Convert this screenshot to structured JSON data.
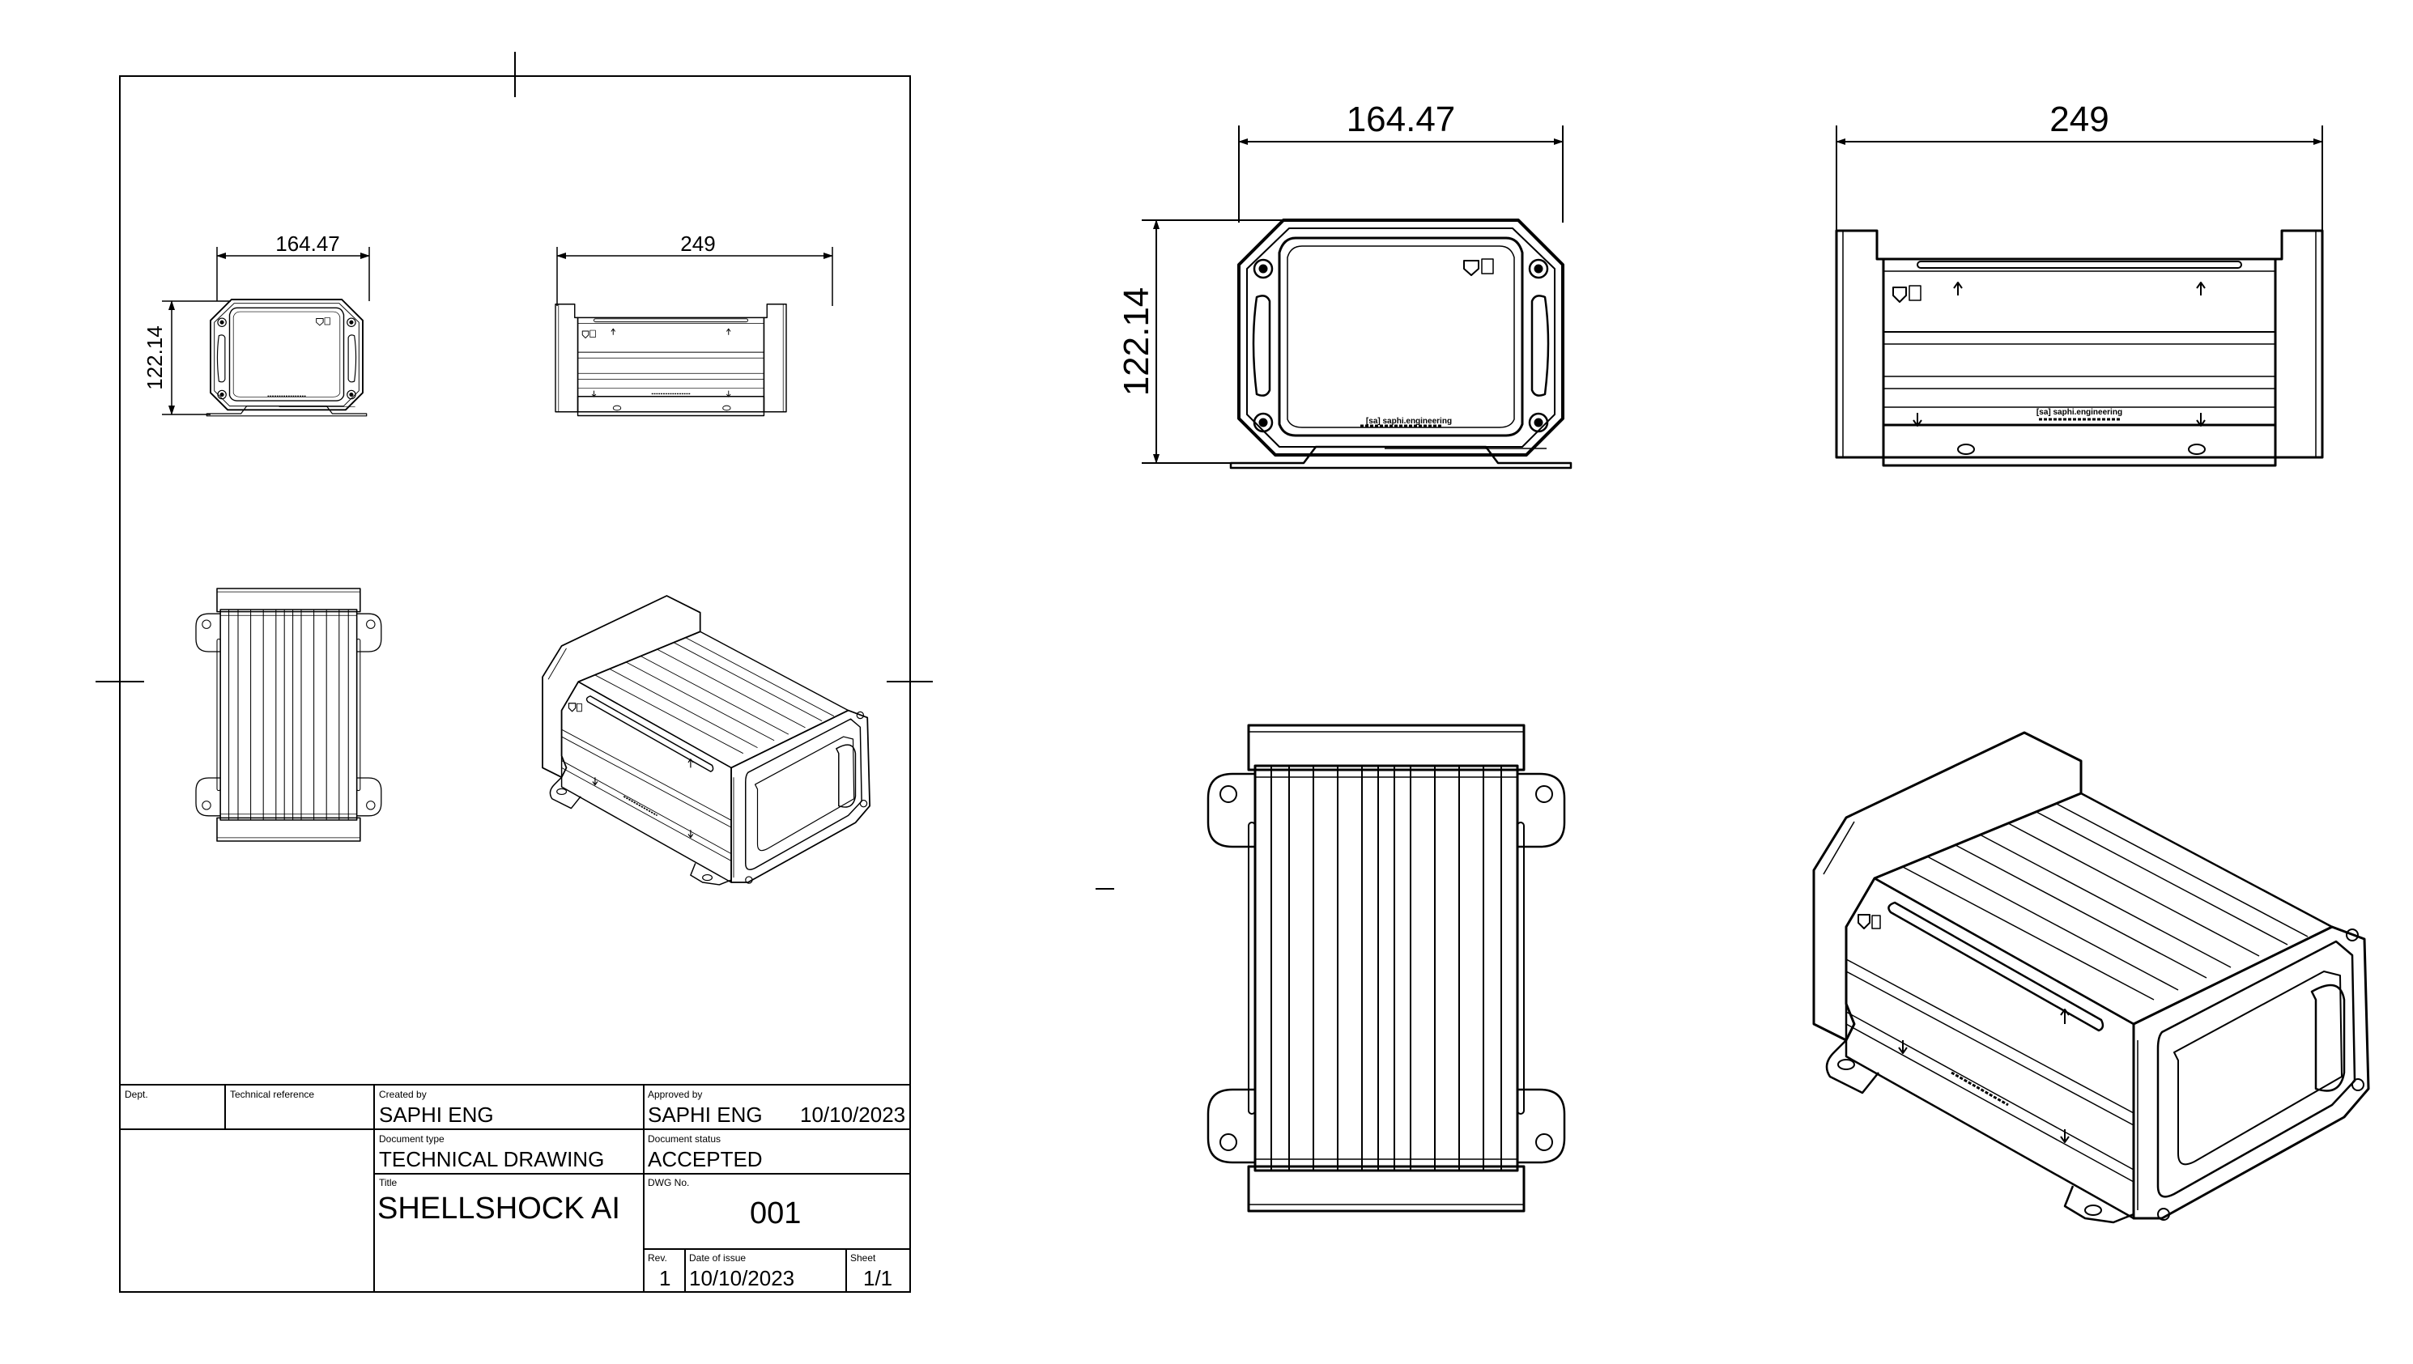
{
  "dimensions": {
    "width_label": "164.47",
    "length_label": "249",
    "height_label": "122.14"
  },
  "enclosure_markings": {
    "brand": "[sa] saphi.engineering"
  },
  "title_block": {
    "dept_label": "Dept.",
    "tech_ref_label": "Technical reference",
    "created_by_label": "Created by",
    "created_by": "SAPHI ENG",
    "approved_by_label": "Approved by",
    "approved_by": "SAPHI ENG",
    "approved_date": "10/10/2023",
    "doc_type_label": "Document type",
    "doc_type": "TECHNICAL DRAWING",
    "doc_status_label": "Document status",
    "doc_status": "ACCEPTED",
    "title_label": "Title",
    "title": "SHELLSHOCK AI",
    "dwg_no_label": "DWG No.",
    "dwg_no": "001",
    "rev_label": "Rev.",
    "rev": "1",
    "date_issue_label": "Date of issue",
    "date_issue": "10/10/2023",
    "sheet_label": "Sheet",
    "sheet": "1/1"
  }
}
